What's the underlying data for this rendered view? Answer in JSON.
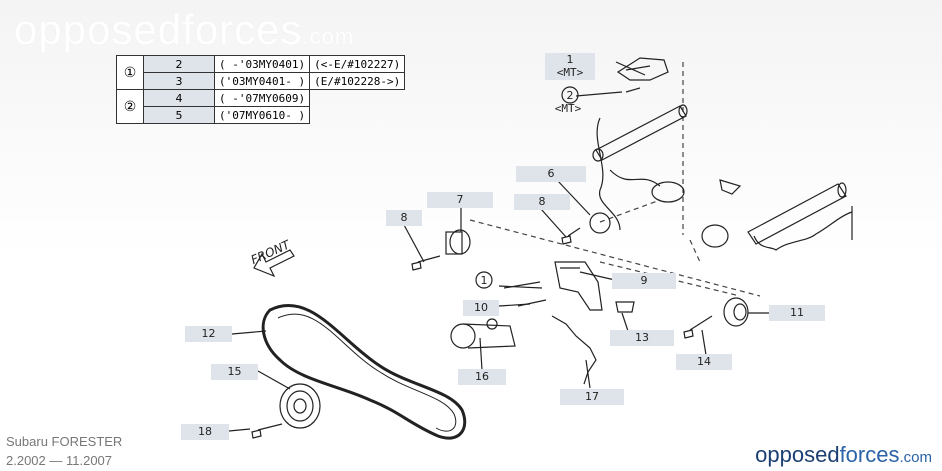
{
  "watermark": {
    "main": "opposedforces",
    "suffix": ".com"
  },
  "table": {
    "rows": [
      {
        "group": "①",
        "num": "2",
        "col1": "( -'03MY0401)",
        "col2": "(<-E/#102227)"
      },
      {
        "group": "",
        "num": "3",
        "col1": "('03MY0401- )",
        "col2": "(E/#102228->)"
      },
      {
        "group": "②",
        "num": "4",
        "col1": "( -'07MY0609)",
        "col2": ""
      },
      {
        "group": "",
        "num": "5",
        "col1": "('07MY0610- )",
        "col2": ""
      }
    ]
  },
  "callouts": {
    "c1": "1",
    "c1_sub": "<MT>",
    "c2_sub": "<MT>",
    "c6": "6",
    "c7": "7",
    "c8a": "8",
    "c8b": "8",
    "c9": "9",
    "c10": "10",
    "c11": "11",
    "c12": "12",
    "c13": "13",
    "c14": "14",
    "c15": "15",
    "c16": "16",
    "c17": "17",
    "c18": "18"
  },
  "markers": {
    "m1": "1",
    "m2": "2",
    "m1b": "1"
  },
  "front_label": "FRONT",
  "footer": {
    "model": "Subaru FORESTER",
    "years": "2.2002 — 11.2007"
  },
  "brand": {
    "part1": "opposed",
    "part2": "forces",
    "suffix": ".com"
  }
}
